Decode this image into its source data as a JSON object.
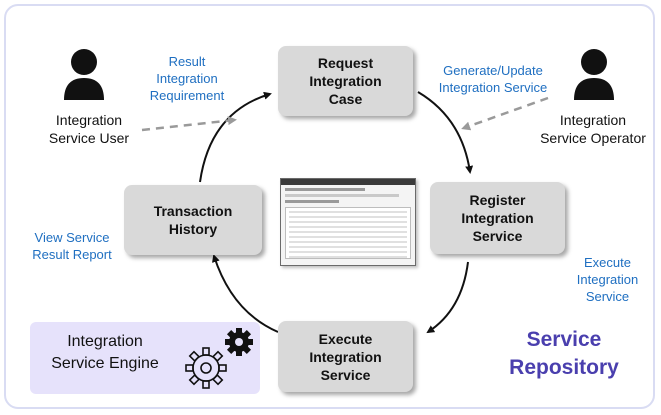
{
  "boxes": {
    "request": "Request\nIntegration\nCase",
    "register": "Register\nIntegration\nService",
    "execute": "Execute\nIntegration\nService",
    "transaction": "Transaction\nHistory"
  },
  "actors": {
    "user": "Integration\nService User",
    "operator": "Integration\nService Operator"
  },
  "annotations": {
    "result_requirement": "Result\nIntegration\nRequirement",
    "generate_update": "Generate/Update\nIntegration Service",
    "execute_service": "Execute\nIntegration\nService",
    "view_report": "View Service\nResult Report"
  },
  "engine": {
    "label": "Integration\nService Engine",
    "icon": "gears-icon"
  },
  "repository": {
    "label": "Service\nRepository"
  },
  "colors": {
    "box": "#d9d9d9",
    "annotation": "#1f6fc1",
    "repository": "#4a3fae",
    "engine_bg": "#e6e2fb",
    "frame": "#d9dcf3"
  }
}
